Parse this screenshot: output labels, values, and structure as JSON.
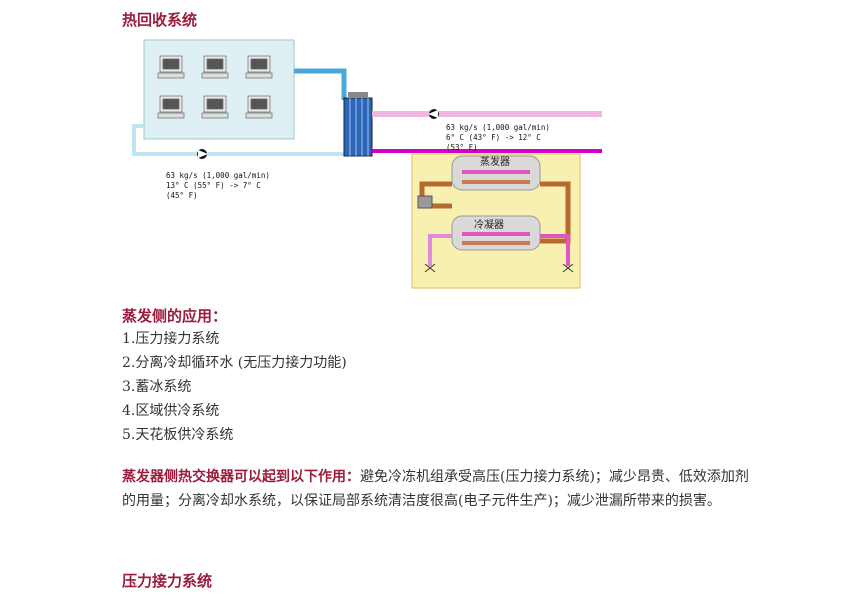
{
  "title": "热回收系统",
  "diagram": {
    "right_flow": [
      "63 kg/s (1,000 gal/min)",
      "6° C (43° F) -> 12° C",
      "(53° F)"
    ],
    "left_flow": [
      "63 kg/s (1,000 gal/min)",
      "13° C (55° F) -> 7° C",
      "(45° F)"
    ],
    "evaporator_label": "蒸发器",
    "condenser_label": "冷凝器"
  },
  "applications": {
    "heading": "蒸发侧的应用：",
    "items": [
      "1.压力接力系统",
      "2.分离冷却循环水 (无压力接力功能)",
      "3.蓄冰系统",
      "4.区域供冷系统",
      "5.天花板供冷系统"
    ]
  },
  "paragraph": {
    "lead": "蒸发器侧热交换器可以起到以下作用：",
    "body": "避免冷冻机组承受高压(压力接力系统)；减少昂贵、低效添加剂的用量；分离冷却水系统，以保证局部系统清洁度很高(电子元件生产)；减少泄漏所带来的损害。"
  },
  "next_heading": "压力接力系统"
}
